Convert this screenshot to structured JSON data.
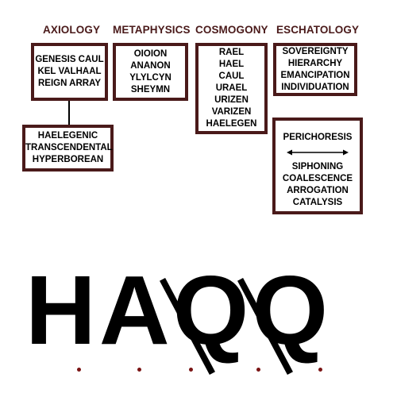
{
  "accent_color": "#4a1a1a",
  "dot_color": "#7a1414",
  "headings": {
    "axiology": "AXIOLOGY",
    "metaphysics": "METAPHYSICS",
    "cosmogony": "COSMOGONY",
    "eschatology": "ESCHATOLOGY"
  },
  "axiology": {
    "top_box": [
      "GENESIS CAUL",
      "KEL VALHAAL",
      "REIGN ARRAY"
    ],
    "bottom_box": [
      "HAELEGENIC",
      "TRANSCENDENTAL",
      "HYPERBOREAN"
    ]
  },
  "metaphysics": {
    "box": [
      "OIOION",
      "ANANON",
      "YLYLCYN",
      "SHEYMN"
    ]
  },
  "cosmogony": {
    "box": [
      "RAEL",
      "HAEL",
      "CAUL",
      "URAEL",
      "URIZEN",
      "VARIZEN",
      "HAELEGEN"
    ]
  },
  "eschatology": {
    "top_box": [
      "SOVEREIGNTY",
      "HIERARCHY",
      "EMANCIPATION",
      "INDIVIDUATION"
    ],
    "bottom_box_header": "PERICHORESIS",
    "bottom_box": [
      "SIPHONING",
      "COALESCENCE",
      "ARROGATION",
      "CATALYSIS"
    ]
  },
  "logo": {
    "text": "HAQQ",
    "dots": ". . . . ."
  }
}
